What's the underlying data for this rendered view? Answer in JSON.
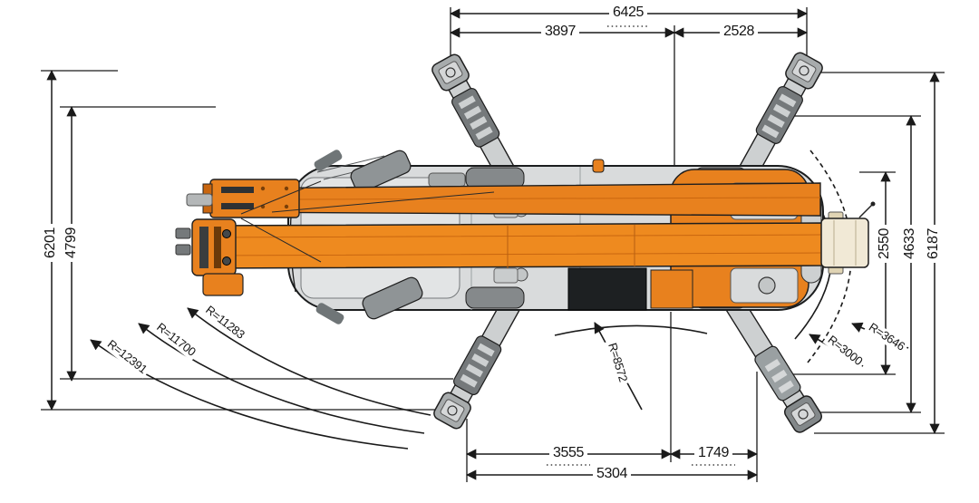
{
  "title": "crane-top-view-outrigger-dimension-diagram",
  "dims": {
    "top_total": "6425",
    "top_left": "3897",
    "top_right": "2528",
    "bottom_left": "3555",
    "bottom_right": "1749",
    "bottom_total": "5304",
    "left_outer": "6201",
    "left_inner": "4799",
    "right_inner": "2550",
    "right_mid": "4633",
    "right_outer": "6187"
  },
  "radii": {
    "left_outer": "R=12391",
    "left_mid": "R=11700",
    "left_inner": "R=11283",
    "center": "R=8572",
    "right_outer": "R=3646",
    "right_inner": "R=3000"
  },
  "colors": {
    "boom_orange": "#E8811E",
    "carrier_grey": "#D9DBDC",
    "dark_grey": "#85898B",
    "line": "#1A1A1A",
    "label_bg": "#FFFFFF",
    "hook_box": "#F1E9D6"
  }
}
